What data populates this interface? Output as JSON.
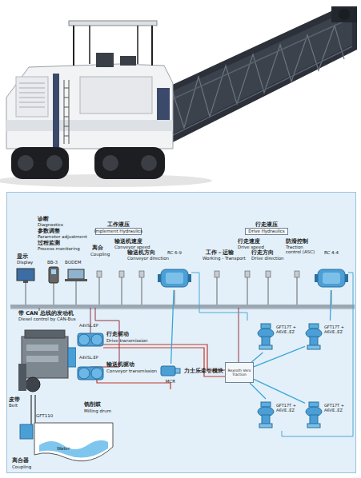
{
  "diagram": {
    "nodes": [
      {
        "text": [
          "工作液压",
          "Implement Hydraulics"
        ]
      },
      {
        "text": [
          "RC 6-9"
        ]
      },
      {
        "text": [
          "行走液压",
          "Drive Hydraulics"
        ]
      },
      {
        "text": [
          "RC 4-4"
        ]
      },
      {
        "text": [
          "带 CAN 总线的发动机",
          "Diesel control by CAN-Bus"
        ]
      },
      {
        "text": [
          "MCR"
        ]
      },
      {
        "text": [
          "力士乐牵引模块",
          "Rexroth Vero Traction"
        ]
      },
      {
        "text": [
          "GFT17T + A6VE..EZ"
        ]
      },
      {
        "text": [
          "GFT17T + A6VE..EZ"
        ]
      },
      {
        "text": [
          "GFT17T + A6VE..EZ"
        ]
      },
      {
        "text": [
          "GFT17T + A6VE..EZ"
        ]
      }
    ],
    "edges": [
      {
        "from": 1,
        "to": 5,
        "arrow": "none"
      },
      {
        "from": 6,
        "to": 7,
        "arrow": "none"
      },
      {
        "from": 6,
        "to": 8,
        "arrow": "none"
      },
      {
        "from": 6,
        "to": 9,
        "arrow": "none"
      },
      {
        "from": 6,
        "to": 10,
        "arrow": "none"
      },
      {
        "from": 3,
        "to": 8,
        "arrow": "none"
      }
    ],
    "labels": [
      "诊断",
      "Diagnostics",
      "参数调整",
      "Parameter adjustment",
      "过程监测",
      "Process monitoring",
      "显示",
      "Display",
      "BB-3",
      "BODEM",
      "离合",
      "Coupling",
      "输送机速度",
      "Conveyor speed",
      "输送机方向",
      "Conveyor direction",
      "行走速度",
      "Drive speed",
      "工作－运输",
      "Working - Transport",
      "行走方向",
      "Drive direction",
      "防滑控制",
      "Traction control (ASC)",
      "A4VSL.EP",
      "A4VSL.EP",
      "行走驱动",
      "Drive transmission",
      "输送机驱动",
      "Conveyor transmission",
      "皮带",
      "Belt",
      "GFT110",
      "铣削鼓",
      "Milling drum",
      "离合器",
      "Coupling",
      "Water"
    ]
  }
}
